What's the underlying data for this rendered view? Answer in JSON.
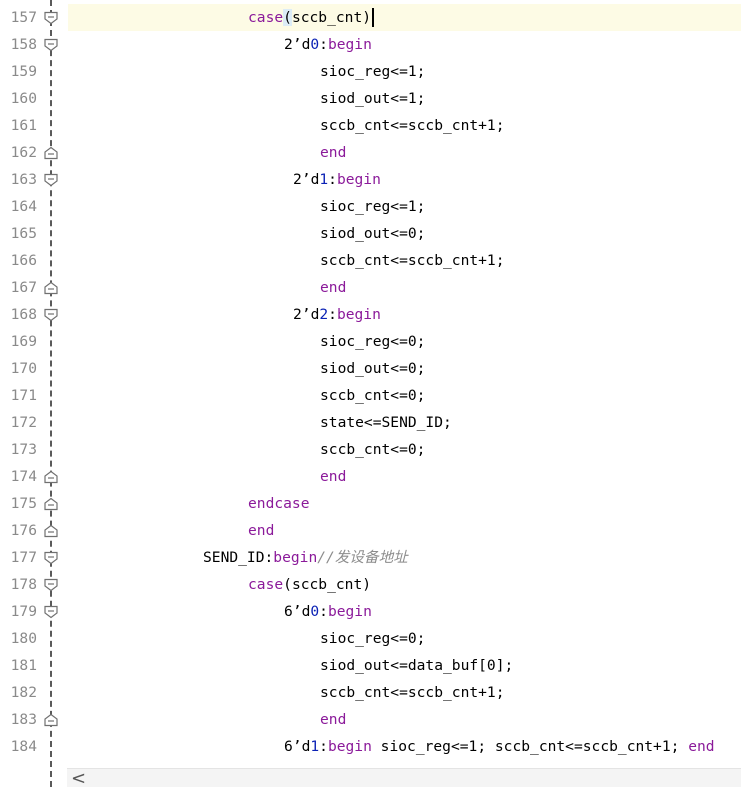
{
  "editor": {
    "scroll_left_label": "<",
    "lines": [
      {
        "num": "157",
        "fold": "open",
        "indent": 248,
        "current": true,
        "caret": true,
        "tokens": [
          [
            "kw",
            "case"
          ],
          [
            "hl",
            "("
          ],
          [
            "",
            "sccb_cnt)"
          ]
        ]
      },
      {
        "num": "158",
        "fold": "open",
        "indent": 284,
        "tokens": [
          [
            "",
            "2’d"
          ],
          [
            "num",
            "0"
          ],
          [
            "",
            ":"
          ],
          [
            "kw",
            "begin"
          ]
        ]
      },
      {
        "num": "159",
        "fold": "none",
        "indent": 320,
        "tokens": [
          [
            "",
            "sioc_reg<=1;"
          ]
        ]
      },
      {
        "num": "160",
        "fold": "none",
        "indent": 320,
        "tokens": [
          [
            "",
            "siod_out<=1;"
          ]
        ]
      },
      {
        "num": "161",
        "fold": "none",
        "indent": 320,
        "tokens": [
          [
            "",
            "sccb_cnt<=sccb_cnt+1;"
          ]
        ]
      },
      {
        "num": "162",
        "fold": "close",
        "indent": 320,
        "tokens": [
          [
            "kw",
            "end"
          ]
        ]
      },
      {
        "num": "163",
        "fold": "open",
        "indent": 293,
        "tokens": [
          [
            "",
            "2’d"
          ],
          [
            "num",
            "1"
          ],
          [
            "",
            ":"
          ],
          [
            "kw",
            "begin"
          ]
        ]
      },
      {
        "num": "164",
        "fold": "none",
        "indent": 320,
        "tokens": [
          [
            "",
            "sioc_reg<=1;"
          ]
        ]
      },
      {
        "num": "165",
        "fold": "none",
        "indent": 320,
        "tokens": [
          [
            "",
            "siod_out<=0;"
          ]
        ]
      },
      {
        "num": "166",
        "fold": "none",
        "indent": 320,
        "tokens": [
          [
            "",
            "sccb_cnt<=sccb_cnt+1;"
          ]
        ]
      },
      {
        "num": "167",
        "fold": "close",
        "indent": 320,
        "tokens": [
          [
            "kw",
            "end"
          ]
        ]
      },
      {
        "num": "168",
        "fold": "open",
        "indent": 293,
        "tokens": [
          [
            "",
            "2’d"
          ],
          [
            "num",
            "2"
          ],
          [
            "",
            ":"
          ],
          [
            "kw",
            "begin"
          ]
        ]
      },
      {
        "num": "169",
        "fold": "none",
        "indent": 320,
        "tokens": [
          [
            "",
            "sioc_reg<=0;"
          ]
        ]
      },
      {
        "num": "170",
        "fold": "none",
        "indent": 320,
        "tokens": [
          [
            "",
            "siod_out<=0;"
          ]
        ]
      },
      {
        "num": "171",
        "fold": "none",
        "indent": 320,
        "tokens": [
          [
            "",
            "sccb_cnt<=0;"
          ]
        ]
      },
      {
        "num": "172",
        "fold": "none",
        "indent": 320,
        "tokens": [
          [
            "",
            "state<=SEND_ID;"
          ]
        ]
      },
      {
        "num": "173",
        "fold": "none",
        "indent": 320,
        "tokens": [
          [
            "",
            "sccb_cnt<=0;"
          ]
        ]
      },
      {
        "num": "174",
        "fold": "close",
        "indent": 320,
        "tokens": [
          [
            "kw",
            "end"
          ]
        ]
      },
      {
        "num": "175",
        "fold": "close",
        "indent": 248,
        "tokens": [
          [
            "kw",
            "endcase"
          ]
        ]
      },
      {
        "num": "176",
        "fold": "close",
        "indent": 248,
        "tokens": [
          [
            "kw",
            "end"
          ]
        ]
      },
      {
        "num": "177",
        "fold": "open",
        "indent": 203,
        "tokens": [
          [
            "",
            "SEND_ID:"
          ],
          [
            "kw",
            "begin"
          ],
          [
            "cm",
            "//发设备地址"
          ]
        ]
      },
      {
        "num": "178",
        "fold": "open",
        "indent": 248,
        "tokens": [
          [
            "kw",
            "case"
          ],
          [
            "",
            "(sccb_cnt)"
          ]
        ]
      },
      {
        "num": "179",
        "fold": "open",
        "indent": 284,
        "tokens": [
          [
            "",
            "6’d"
          ],
          [
            "num",
            "0"
          ],
          [
            "",
            ":"
          ],
          [
            "kw",
            "begin"
          ]
        ]
      },
      {
        "num": "180",
        "fold": "none",
        "indent": 320,
        "tokens": [
          [
            "",
            "sioc_reg<=0;"
          ]
        ]
      },
      {
        "num": "181",
        "fold": "none",
        "indent": 320,
        "tokens": [
          [
            "",
            "siod_out<=data_buf[0];"
          ]
        ]
      },
      {
        "num": "182",
        "fold": "none",
        "indent": 320,
        "tokens": [
          [
            "",
            "sccb_cnt<=sccb_cnt+1;"
          ]
        ]
      },
      {
        "num": "183",
        "fold": "close",
        "indent": 320,
        "tokens": [
          [
            "kw",
            "end"
          ]
        ]
      },
      {
        "num": "184",
        "fold": "none",
        "indent": 284,
        "tokens": [
          [
            "",
            "6’d"
          ],
          [
            "num",
            "1"
          ],
          [
            "",
            ":"
          ],
          [
            "kw",
            "begin"
          ],
          [
            "",
            " sioc_reg<=1; sccb_cnt<=sccb_cnt+1; "
          ],
          [
            "kw",
            "end"
          ]
        ]
      }
    ]
  }
}
